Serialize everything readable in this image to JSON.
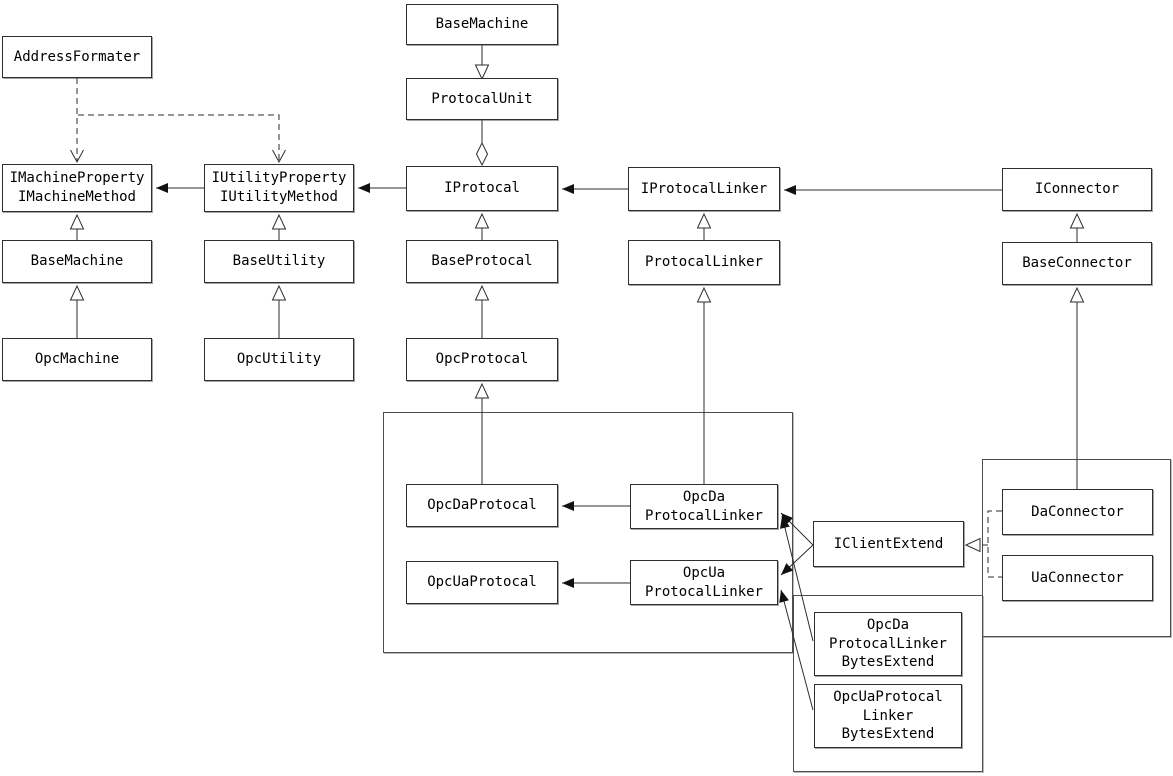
{
  "diagram": {
    "kind": "uml-class-diagram",
    "colors": {
      "background": "#ffffff",
      "line": "#2e2e2e",
      "box_fill": "#ffffff",
      "text": "#000000"
    },
    "nodes": {
      "base_machine_top": {
        "label": "BaseMachine"
      },
      "protocal_unit": {
        "label": "ProtocalUnit"
      },
      "address_formater": {
        "label": "AddressFormater"
      },
      "imachine": {
        "label": "IMachineProperty\nIMachineMethod"
      },
      "iutility": {
        "label": "IUtilityProperty\nIUtilityMethod"
      },
      "iprotocal": {
        "label": "IProtocal"
      },
      "iprotocal_linker": {
        "label": "IProtocalLinker"
      },
      "iconnector": {
        "label": "IConnector"
      },
      "base_machine": {
        "label": "BaseMachine"
      },
      "base_utility": {
        "label": "BaseUtility"
      },
      "base_protocal": {
        "label": "BaseProtocal"
      },
      "protocal_linker": {
        "label": "ProtocalLinker"
      },
      "base_connector": {
        "label": "BaseConnector"
      },
      "opc_machine": {
        "label": "OpcMachine"
      },
      "opc_utility": {
        "label": "OpcUtility"
      },
      "opc_protocal": {
        "label": "OpcProtocal"
      },
      "opc_da_protocal": {
        "label": "OpcDaProtocal"
      },
      "opc_da_protocal_linker": {
        "label": "OpcDa\nProtocalLinker"
      },
      "opc_ua_protocal": {
        "label": "OpcUaProtocal"
      },
      "opc_ua_protocal_linker": {
        "label": "OpcUa\nProtocalLinker"
      },
      "iclient_extend": {
        "label": "IClientExtend"
      },
      "da_connector": {
        "label": "DaConnector"
      },
      "ua_connector": {
        "label": "UaConnector"
      },
      "opc_da_protocal_linker_bytes_extend": {
        "label": "OpcDa\nProtocalLinker\nBytesExtend"
      },
      "opc_ua_protocal_linker_bytes_extend": {
        "label": "OpcUaProtocal\nLinker\nBytesExtend"
      }
    },
    "relationships": [
      {
        "from": "BaseMachine(top)",
        "to": "ProtocalUnit",
        "line": "solid",
        "head": "hollow-triangle"
      },
      {
        "from": "ProtocalUnit",
        "to": "IProtocal",
        "line": "solid",
        "head": "hollow-diamond"
      },
      {
        "from": "AddressFormater",
        "to": "IMachineProperty/IMachineMethod",
        "line": "dashed",
        "head": "open-arrow"
      },
      {
        "from": "AddressFormater",
        "to": "IUtilityProperty/IUtilityMethod",
        "line": "dashed",
        "head": "open-arrow"
      },
      {
        "from": "IUtilityProperty/IUtilityMethod",
        "to": "IMachineProperty/IMachineMethod",
        "line": "solid",
        "head": "filled-arrow"
      },
      {
        "from": "IProtocal",
        "to": "IUtilityProperty/IUtilityMethod",
        "line": "solid",
        "head": "filled-arrow"
      },
      {
        "from": "IProtocalLinker",
        "to": "IProtocal",
        "line": "solid",
        "head": "filled-arrow"
      },
      {
        "from": "IConnector",
        "to": "IProtocalLinker",
        "line": "solid",
        "head": "filled-arrow"
      },
      {
        "from": "BaseMachine",
        "to": "IMachineProperty/IMachineMethod",
        "line": "solid",
        "head": "hollow-triangle"
      },
      {
        "from": "OpcMachine",
        "to": "BaseMachine",
        "line": "solid",
        "head": "hollow-triangle"
      },
      {
        "from": "BaseUtility",
        "to": "IUtilityProperty/IUtilityMethod",
        "line": "solid",
        "head": "hollow-triangle"
      },
      {
        "from": "OpcUtility",
        "to": "BaseUtility",
        "line": "solid",
        "head": "hollow-triangle"
      },
      {
        "from": "BaseProtocal",
        "to": "IProtocal",
        "line": "solid",
        "head": "hollow-triangle"
      },
      {
        "from": "OpcProtocal",
        "to": "BaseProtocal",
        "line": "solid",
        "head": "hollow-triangle"
      },
      {
        "from": "OpcDaProtocal",
        "to": "OpcProtocal",
        "line": "solid",
        "head": "hollow-triangle"
      },
      {
        "from": "ProtocalLinker",
        "to": "IProtocalLinker",
        "line": "solid",
        "head": "hollow-triangle"
      },
      {
        "from": "OpcDaProtocalLinker",
        "to": "ProtocalLinker",
        "line": "solid",
        "head": "hollow-triangle"
      },
      {
        "from": "BaseConnector",
        "to": "IConnector",
        "line": "solid",
        "head": "hollow-triangle"
      },
      {
        "from": "DaConnector",
        "to": "BaseConnector",
        "line": "solid",
        "head": "hollow-triangle"
      },
      {
        "from": "OpcDaProtocalLinker",
        "to": "OpcDaProtocal",
        "line": "solid",
        "head": "filled-arrow"
      },
      {
        "from": "OpcUaProtocalLinker",
        "to": "OpcUaProtocal",
        "line": "solid",
        "head": "filled-arrow"
      },
      {
        "from": "IClientExtend",
        "to": "OpcDaProtocalLinker",
        "line": "solid",
        "head": "filled-arrow"
      },
      {
        "from": "IClientExtend",
        "to": "OpcUaProtocalLinker",
        "line": "solid",
        "head": "filled-arrow"
      },
      {
        "from": "OpcDaProtocalLinkerBytesExtend",
        "to": "OpcDaProtocalLinker",
        "line": "solid",
        "head": "filled-arrow"
      },
      {
        "from": "OpcUaProtocalLinkerBytesExtend",
        "to": "OpcUaProtocalLinker",
        "line": "solid",
        "head": "filled-arrow"
      },
      {
        "from": "DaConnector",
        "to": "IClientExtend",
        "line": "dashed",
        "head": "hollow-triangle"
      },
      {
        "from": "UaConnector",
        "to": "IClientExtend",
        "line": "dashed",
        "head": "hollow-triangle"
      }
    ]
  }
}
